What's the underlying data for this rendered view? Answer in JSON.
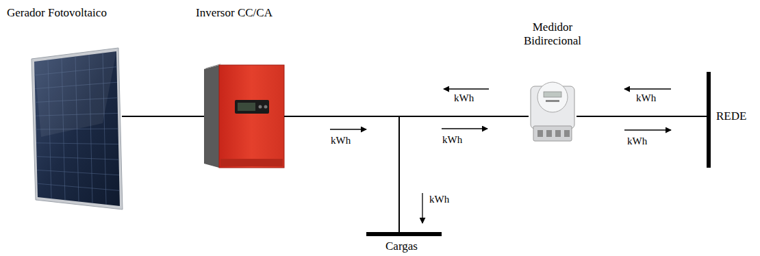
{
  "diagram": {
    "nodes": [
      {
        "text": [
          "Gerador Fotovoltaico"
        ]
      },
      {
        "text": [
          "Inversor CC/CA"
        ]
      },
      {
        "text": [
          "Medidor Bidirecional"
        ]
      },
      {
        "text": [
          "REDE"
        ]
      },
      {
        "text": [
          "Cargas"
        ]
      }
    ],
    "edges": [
      {
        "from": 0,
        "to": 1,
        "arrow": "none"
      },
      {
        "from": 1,
        "to": 2,
        "arrow": "none"
      },
      {
        "from": 1,
        "to": 4,
        "arrow": "none"
      },
      {
        "from": 2,
        "to": 3,
        "arrow": "none"
      }
    ],
    "labels": [
      "kWh",
      "kWh",
      "kWh",
      "kWh",
      "kWh",
      "kWh"
    ]
  }
}
